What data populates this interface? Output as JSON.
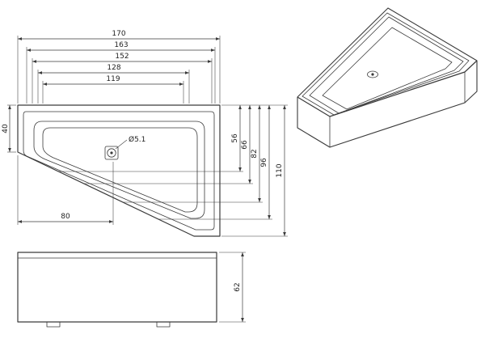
{
  "plan": {
    "dims_top": [
      "170",
      "163",
      "152",
      "128",
      "119"
    ],
    "dim_left": "40",
    "dim_bottom": "80",
    "dims_right": [
      "56",
      "66",
      "82",
      "96",
      "110"
    ],
    "drain_label": "Ø5.1"
  },
  "front": {
    "dim_height": "62"
  },
  "colors": {
    "line": "#3a3a3a",
    "background": "#ffffff"
  }
}
